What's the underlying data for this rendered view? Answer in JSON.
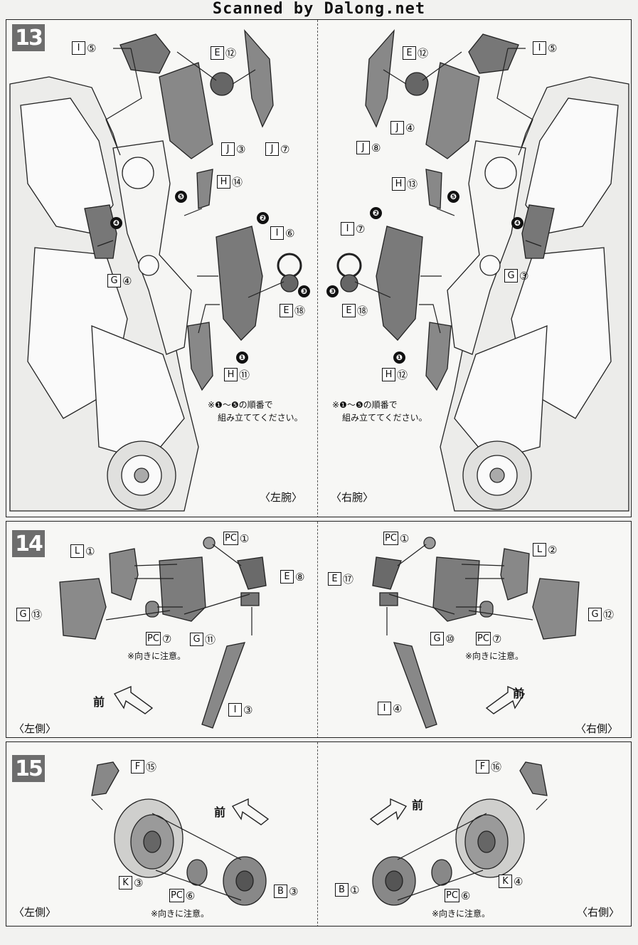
{
  "watermark": "Scanned by Dalong.net",
  "steps": {
    "s13": "13",
    "s14": "14",
    "s15": "15"
  },
  "panel13": {
    "left": {
      "labels": [
        {
          "part": "I",
          "num": "⑤"
        },
        {
          "part": "E",
          "num": "⑫"
        },
        {
          "part": "J",
          "num": "③"
        },
        {
          "part": "J",
          "num": "⑦"
        },
        {
          "part": "H",
          "num": "⑭"
        },
        {
          "part": "I",
          "num": "⑥"
        },
        {
          "part": "G",
          "num": "④"
        },
        {
          "part": "E",
          "num": "⑱"
        },
        {
          "part": "H",
          "num": "⑪"
        }
      ],
      "order_steps": [
        "❶",
        "❷",
        "❸",
        "❹",
        "❺"
      ],
      "note_line1": "※❶～❺の順番で",
      "note_line2": "組み立ててください。",
      "caption": "〈左腕〉"
    },
    "right": {
      "labels": [
        {
          "part": "E",
          "num": "⑫"
        },
        {
          "part": "I",
          "num": "⑤"
        },
        {
          "part": "J",
          "num": "④"
        },
        {
          "part": "J",
          "num": "⑧"
        },
        {
          "part": "H",
          "num": "⑬"
        },
        {
          "part": "I",
          "num": "⑦"
        },
        {
          "part": "G",
          "num": "③"
        },
        {
          "part": "E",
          "num": "⑱"
        },
        {
          "part": "H",
          "num": "⑫"
        }
      ],
      "order_steps": [
        "❶",
        "❷",
        "❸",
        "❹",
        "❺"
      ],
      "note_line1": "※❶～❺の順番で",
      "note_line2": "組み立ててください。",
      "caption": "〈右腕〉"
    }
  },
  "panel14": {
    "left": {
      "labels": [
        {
          "part": "L",
          "num": "①"
        },
        {
          "part": "PC",
          "num": "①"
        },
        {
          "part": "E",
          "num": "⑧"
        },
        {
          "part": "G",
          "num": "⑬"
        },
        {
          "part": "PC",
          "num": "⑦"
        },
        {
          "part": "G",
          "num": "⑪"
        },
        {
          "part": "I",
          "num": "③"
        }
      ],
      "note": "※向きに注意。",
      "forward": "前",
      "caption": "〈左側〉"
    },
    "right": {
      "labels": [
        {
          "part": "PC",
          "num": "①"
        },
        {
          "part": "L",
          "num": "②"
        },
        {
          "part": "E",
          "num": "⑰"
        },
        {
          "part": "G",
          "num": "⑫"
        },
        {
          "part": "G",
          "num": "⑩"
        },
        {
          "part": "PC",
          "num": "⑦"
        },
        {
          "part": "I",
          "num": "④"
        }
      ],
      "note": "※向きに注意。",
      "forward": "前",
      "caption": "〈右側〉"
    }
  },
  "panel15": {
    "left": {
      "labels": [
        {
          "part": "F",
          "num": "⑮"
        },
        {
          "part": "K",
          "num": "③"
        },
        {
          "part": "PC",
          "num": "⑥"
        },
        {
          "part": "B",
          "num": "③"
        }
      ],
      "note": "※向きに注意。",
      "forward": "前",
      "caption": "〈左側〉"
    },
    "right": {
      "labels": [
        {
          "part": "F",
          "num": "⑯"
        },
        {
          "part": "B",
          "num": "①"
        },
        {
          "part": "PC",
          "num": "⑥"
        },
        {
          "part": "K",
          "num": "④"
        }
      ],
      "note": "※向きに注意。",
      "forward": "前",
      "caption": "〈右側〉"
    }
  }
}
